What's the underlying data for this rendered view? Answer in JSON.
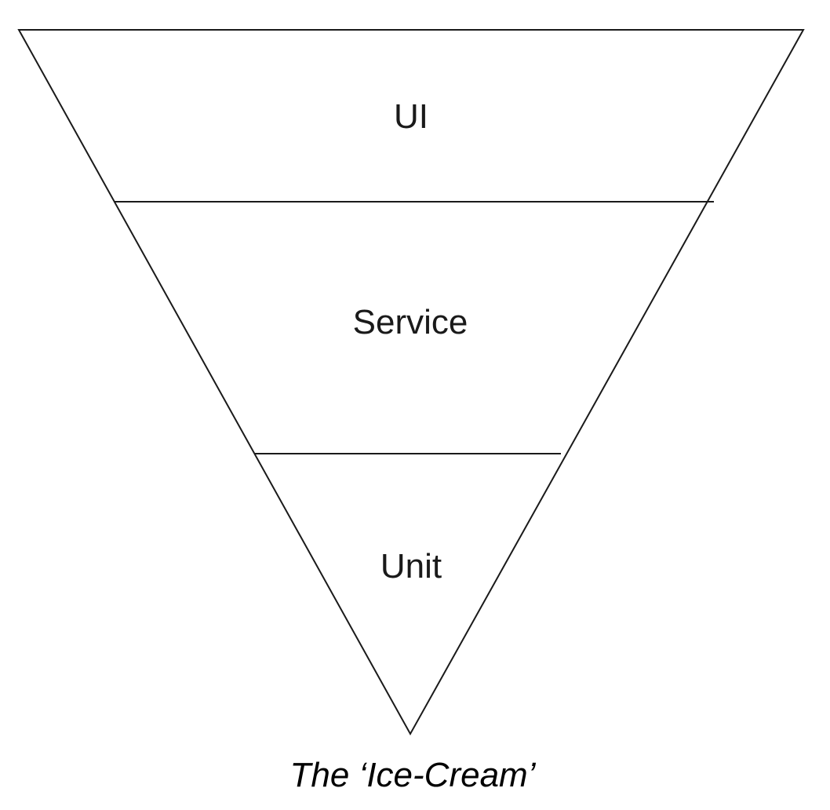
{
  "diagram": {
    "layers": [
      {
        "label": "UI"
      },
      {
        "label": "Service"
      },
      {
        "label": "Unit"
      }
    ],
    "caption": "The ‘Ice-Cream’"
  },
  "colors": {
    "stroke": "#1a1a1a",
    "text": "#1a1a1a",
    "background": "#ffffff"
  }
}
